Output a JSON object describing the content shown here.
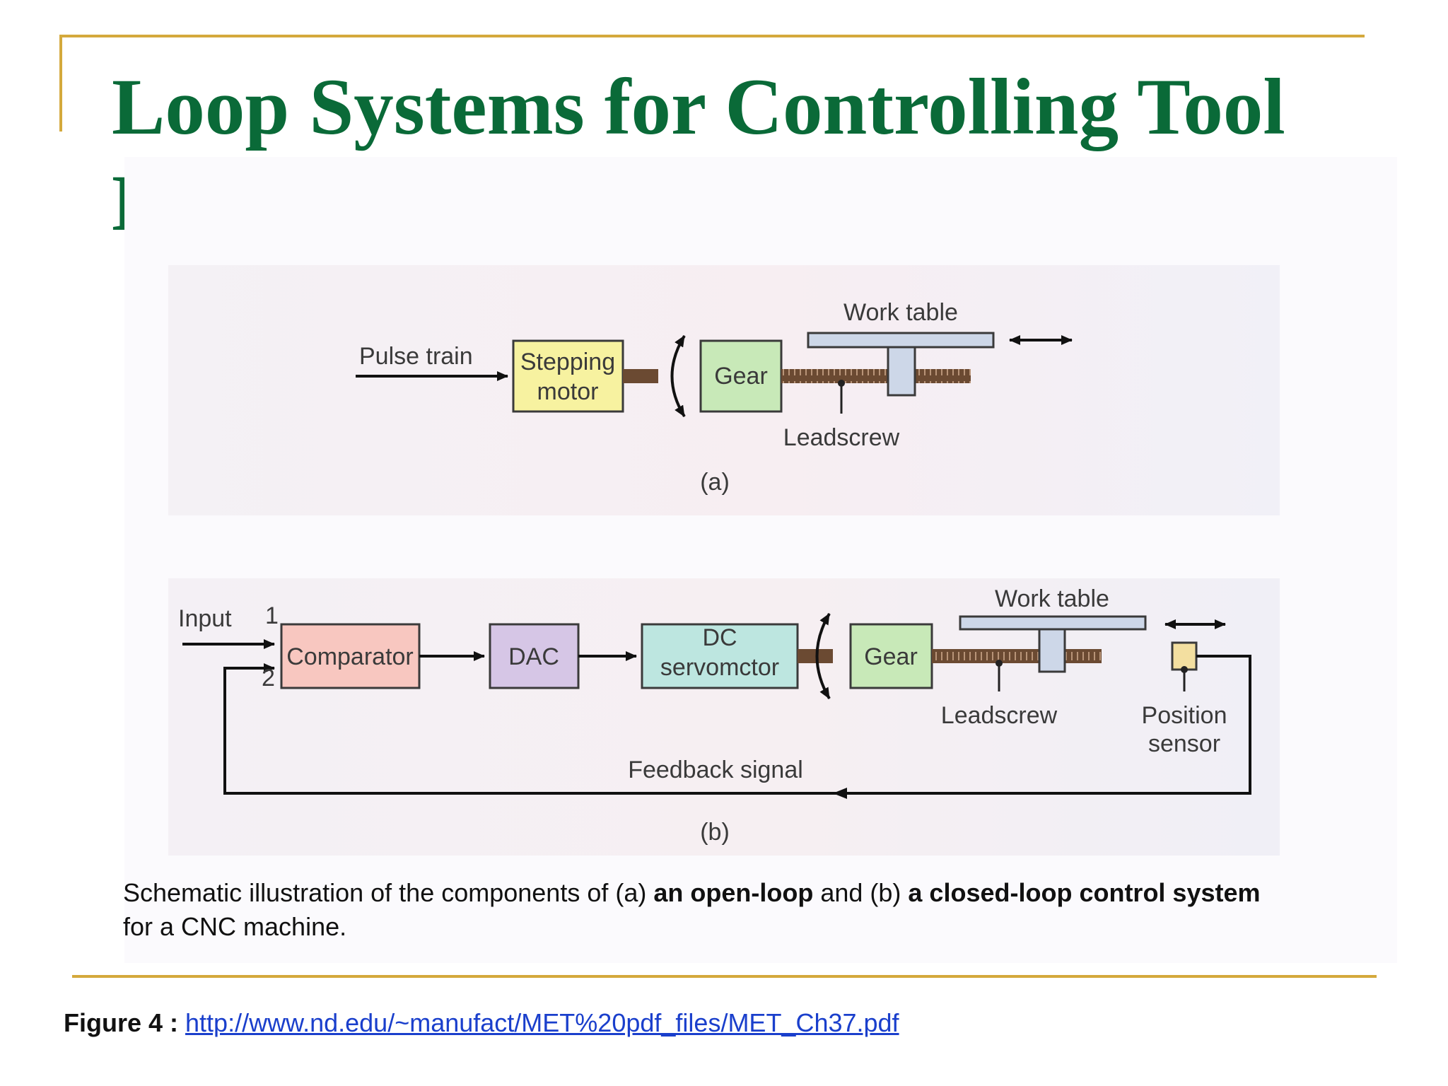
{
  "title": "Loop Systems for Controlling Tool Movement",
  "diagram_a": {
    "input_label": "Pulse train",
    "motor_label_line1": "Stepping",
    "motor_label_line2": "motor",
    "gear_label": "Gear",
    "table_label": "Work table",
    "leadscrew_label": "Leadscrew",
    "panel_label": "(a)"
  },
  "diagram_b": {
    "input_label": "Input",
    "port1_label": "1",
    "port2_label": "2",
    "comparator_label": "Comparator",
    "dac_label": "DAC",
    "servo_label_line1": "DC",
    "servo_label_line2": "servomctor",
    "gear_label": "Gear",
    "table_label": "Work table",
    "leadscrew_label": "Leadscrew",
    "sensor_label_line1": "Position",
    "sensor_label_line2": "sensor",
    "feedback_label": "Feedback signal",
    "panel_label": "(b)"
  },
  "caption": {
    "part1": "Schematic illustration of the components of (a) ",
    "bold1": "an open-loop",
    "part2": " and (b) ",
    "bold2": "a closed-loop control system",
    "part3": " for a CNC machine."
  },
  "footer": {
    "label": "Figure 4  : ",
    "link_text": "http://www.nd.edu/~manufact/MET%20pdf_files/MET_Ch37.pdf"
  },
  "colors": {
    "title": "#0a6a38",
    "accent_line": "#d4a93c",
    "stepping_motor_fill": "#f7f2a0",
    "gear_fill": "#c8e9b8",
    "comparator_fill": "#f8c7c0",
    "dac_fill": "#d6c6e6",
    "servo_fill": "#bde6e0",
    "work_table_fill": "#cdd7e8",
    "leadscrew": "#6b4a32",
    "sensor_fill": "#f3dfa0",
    "link": "#1a3fcc"
  }
}
